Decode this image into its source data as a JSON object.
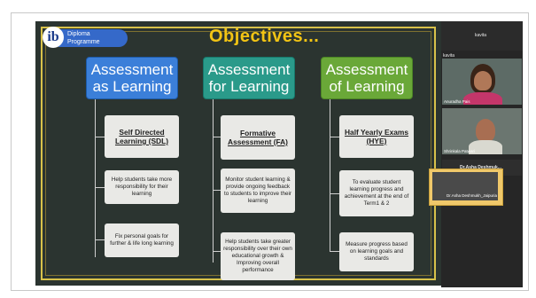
{
  "slide": {
    "logo_letter": "ib",
    "logo_line1": "Diploma",
    "logo_line2": "Programme",
    "title": "Objectives...",
    "columns": [
      {
        "heading": "Assessment as Learning",
        "cards": [
          "Self Directed Learning (SDL)",
          "Help students take more responsibility for their learning",
          "Fix personal goals for further & life long learning"
        ]
      },
      {
        "heading": "Assessment for Learning",
        "cards": [
          "Formative Assessment (FA)",
          "Monitor student learning & provide ongoing feedback to students to improve their learning",
          "Help students take greater responsibility over their own educational growth & Improving overall performance"
        ]
      },
      {
        "heading": "Assessment of Learning",
        "cards": [
          "Half Yearly Exams (HYE)",
          "To evaluate student learning progress and achievement at the end of Term1 & 2",
          "Measure progress based on learning goals and standards"
        ]
      }
    ]
  },
  "video_panel": {
    "top_name": "kavita",
    "tile1_name": "kavita",
    "tile1_label": "Anuradha Pais",
    "tile2_label": "Shrinkala Patwari",
    "tile3_name": "Dr.Asha Deshmuk...",
    "tile3_label": "Dr.Asha Deshmukh_Jaipuria"
  },
  "colors": {
    "slide_bg": "#2b3430",
    "title": "#f2c414",
    "col1": "#3b7fd9",
    "col2": "#2a9a8a",
    "col3": "#6aa838",
    "selected_tile": "#f0c86a"
  }
}
